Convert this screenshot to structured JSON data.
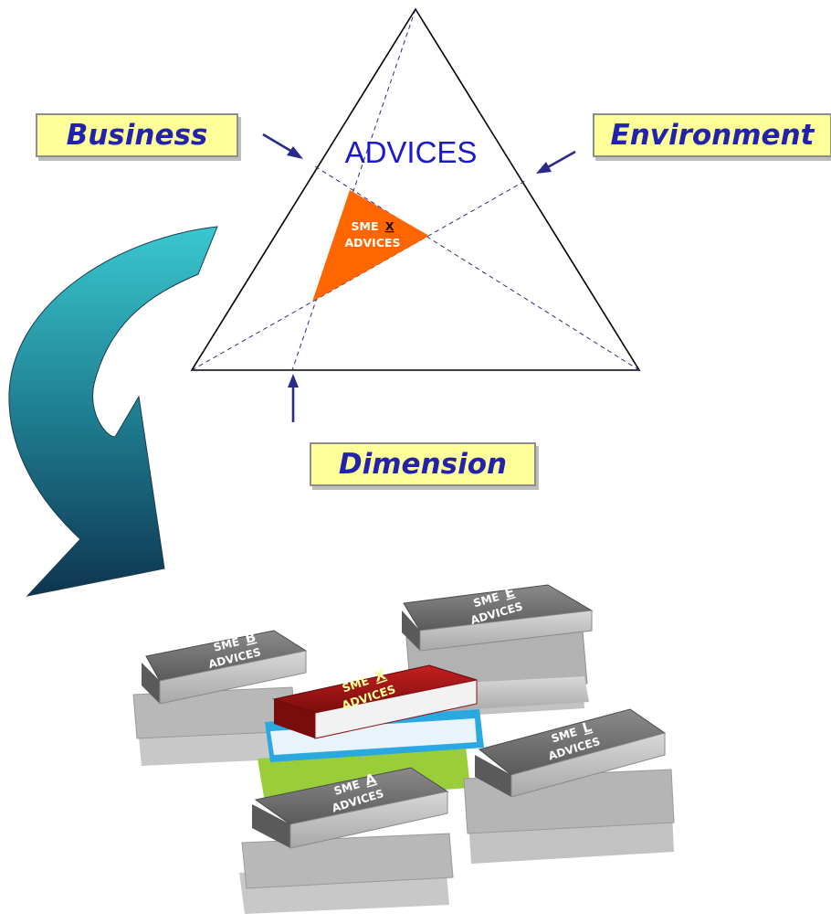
{
  "diagram": {
    "corner_labels": {
      "business": "Business",
      "environment": "Environment",
      "dimension": "Dimension"
    },
    "triangle_title": "ADVICES",
    "inner_triangle": {
      "line1": "SME",
      "letter": "X",
      "line2": "ADVICES"
    },
    "books": [
      {
        "id": "B",
        "prefix": "SME",
        "letter": "B",
        "label": "ADVICES"
      },
      {
        "id": "E",
        "prefix": "SME",
        "letter": "E",
        "label": "ADVICES"
      },
      {
        "id": "X",
        "prefix": "SME",
        "letter": "X",
        "label": "ADVICES"
      },
      {
        "id": "L",
        "prefix": "SME",
        "letter": "L",
        "label": "ADVICES"
      },
      {
        "id": "A",
        "prefix": "SME",
        "letter": "A",
        "label": "ADVICES"
      }
    ],
    "colors": {
      "triangle_stroke": "#000000",
      "dashed_lines": "#2a2a8c",
      "inner_triangle": "#ff6600",
      "label_fill": "#ffff99",
      "label_text": "#2222aa",
      "arrow_top": "#3ac8d0",
      "arrow_bottom": "#0e3550",
      "book_gray": "#6e6e6e",
      "book_red": "#b01818"
    }
  }
}
